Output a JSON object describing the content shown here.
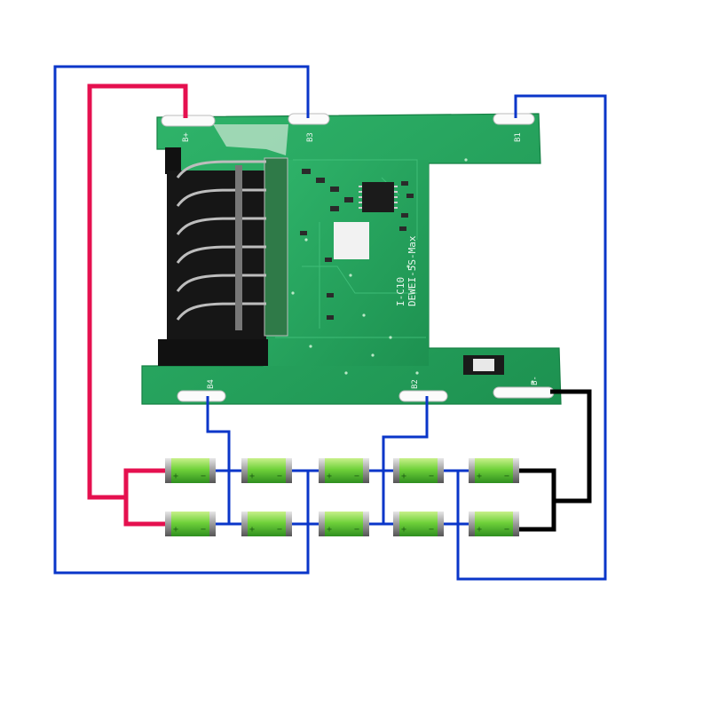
{
  "pcb": {
    "model_text": "DEWEI-5S-Max",
    "code_text": "I-C10",
    "pads": [
      {
        "id": "b_plus",
        "label": "B+"
      },
      {
        "id": "b3",
        "label": "B3"
      },
      {
        "id": "b1",
        "label": "B1"
      },
      {
        "id": "b4",
        "label": "B4"
      },
      {
        "id": "b2",
        "label": "B2"
      },
      {
        "id": "b_minus",
        "label": "B-"
      }
    ]
  },
  "battery": {
    "rows": 2,
    "cells_per_row": 5,
    "cell_symbols": {
      "positive": "+",
      "negative": "−"
    }
  },
  "colors": {
    "pcb_green": "#22a35a",
    "balance_wire": "#0a36c9",
    "positive_wire": "#e5104f",
    "negative_wire": "#000000",
    "cell_green": "#6fd13a"
  }
}
